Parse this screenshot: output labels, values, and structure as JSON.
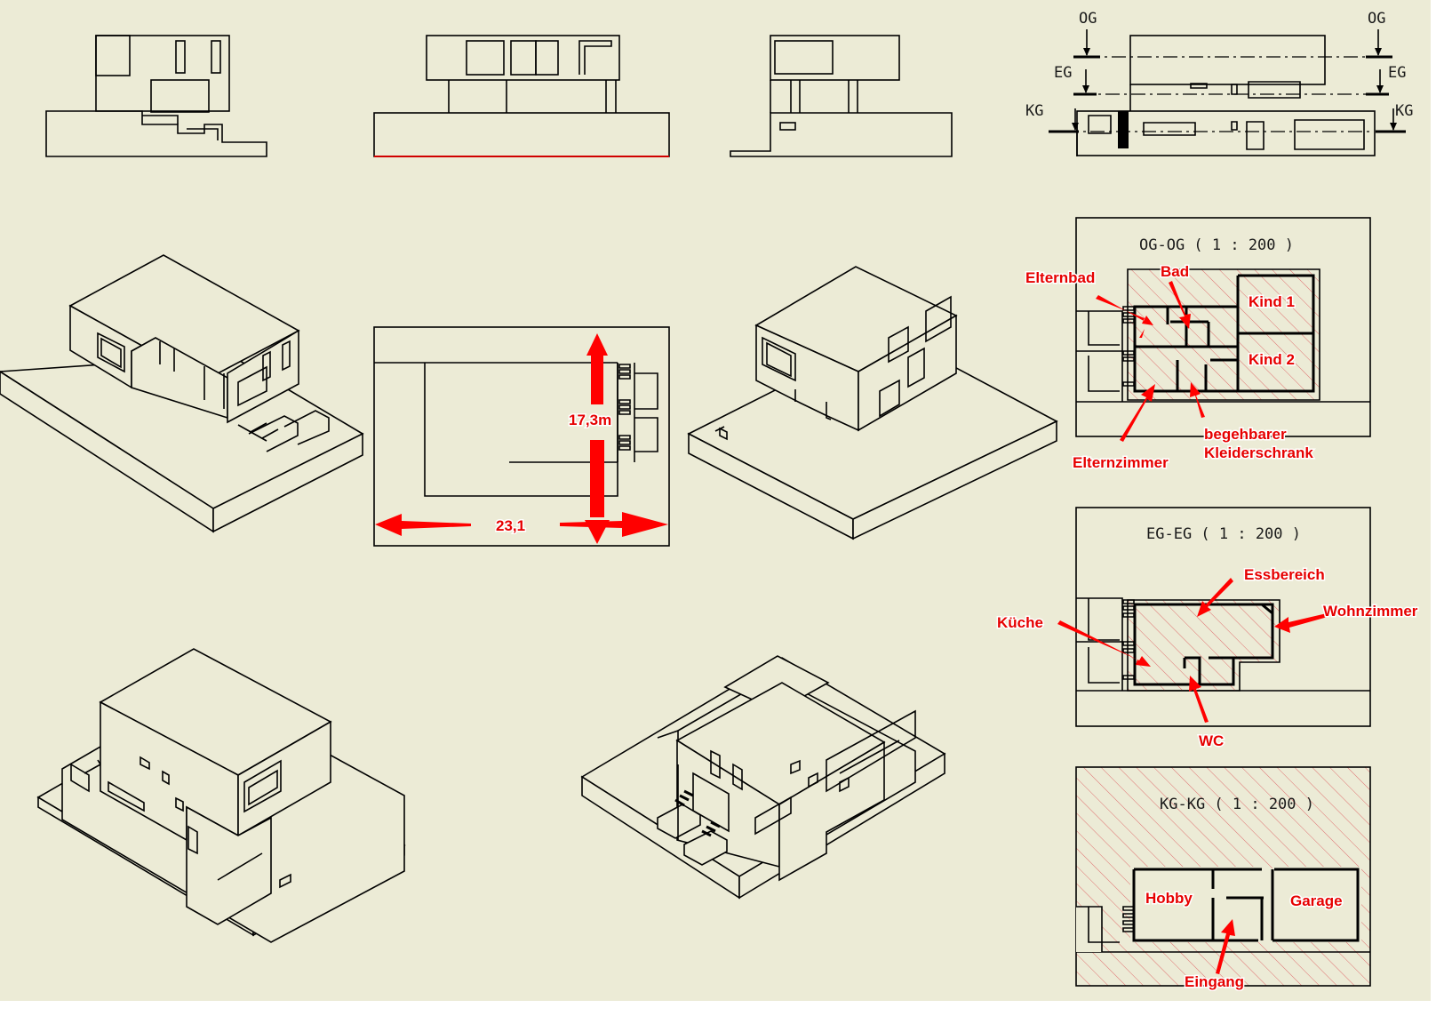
{
  "section_marks": {
    "og": "OG",
    "eg": "EG",
    "kg": "KG"
  },
  "footprint": {
    "depth_label": "17,3m",
    "width_label": "23,1"
  },
  "plans": {
    "og": {
      "title": "OG-OG ( 1 : 200 )",
      "rooms": [
        "Elternbad",
        "Bad",
        "Kind 1",
        "Kind 2",
        "begehbarer",
        "Kleiderschrank",
        "Elternzimmer"
      ]
    },
    "eg": {
      "title": "EG-EG ( 1 : 200 )",
      "rooms": [
        "Essbereich",
        "Küche",
        "Wohnzimmer",
        "WC"
      ]
    },
    "kg": {
      "title": "KG-KG ( 1 : 200 )",
      "rooms": [
        "Hobby",
        "Garage",
        "Eingang"
      ]
    }
  },
  "colors": {
    "paper": "#ecebd6",
    "annotation": "#e60000",
    "line": "#000000"
  }
}
